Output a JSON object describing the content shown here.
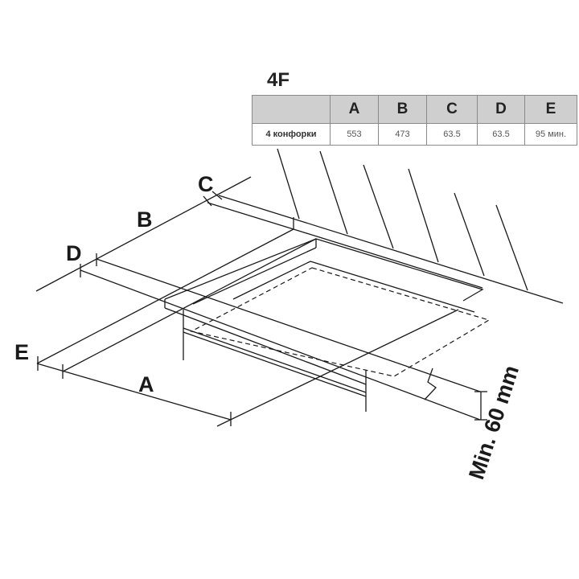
{
  "title": "4F",
  "table": {
    "headers": [
      "",
      "A",
      "B",
      "C",
      "D",
      "E"
    ],
    "rows": [
      [
        "4 конфорки",
        "553",
        "473",
        "63.5",
        "63.5",
        "95 мин."
      ]
    ]
  },
  "diagram": {
    "labels": {
      "a": "A",
      "b": "B",
      "c": "C",
      "d": "D",
      "e": "E"
    },
    "min_depth": "Min. 60 mm"
  }
}
